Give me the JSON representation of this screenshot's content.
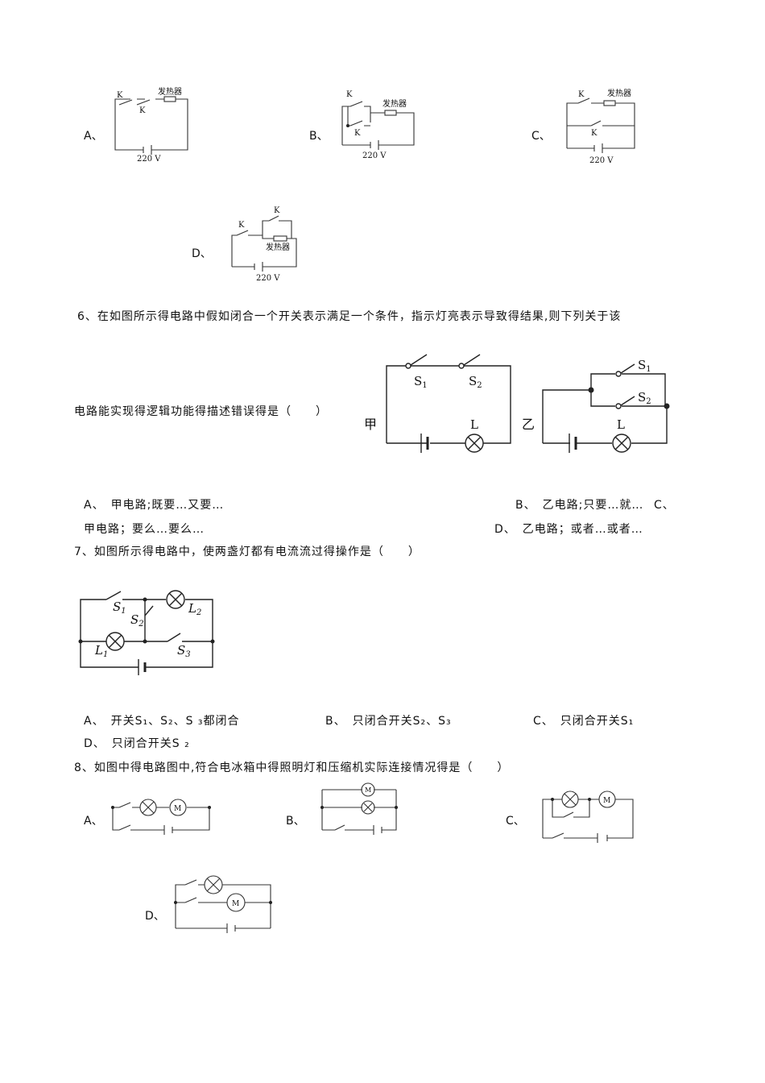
{
  "q5": {
    "options": {
      "A": "A、",
      "B": "B、",
      "C": "C、",
      "D": "D、"
    },
    "labels": {
      "k1": "K",
      "k2": "K",
      "heater": "发热器",
      "voltage": "220 V"
    }
  },
  "q6": {
    "stem_line1": "6、在如图所示得电路中假如闭合一个开关表示满足一个条件，指示灯亮表示导致得结果,则下列关于该",
    "stem_line2": "电路能实现得逻辑功能得描述错误得是（　　）",
    "fig_jia": "甲",
    "fig_yi": "乙",
    "labels": {
      "s1": "S",
      "s1sub": "1",
      "s2": "S",
      "s2sub": "2",
      "lamp": "L"
    },
    "optA": "A、　甲电路;既要…又要…",
    "optB": "B、　乙电路;只要…就…",
    "optC": "C、",
    "optC_text": "甲电路；要么…要么…",
    "optD": "D、　乙电路；或者…或者…"
  },
  "q7": {
    "stem": "7、如图所示得电路中，使两盏灯都有电流流过得操作是（　　）",
    "labels": {
      "s1": "S",
      "s1sub": "1",
      "s2": "S",
      "s2sub": "2",
      "s3": "S",
      "s3sub": "3",
      "l1": "L",
      "l1sub": "1",
      "l2": "L",
      "l2sub": "2"
    },
    "optA": "A、　开关S₁、S₂、S ₃都闭合",
    "optB": "B、　只闭合开关S₂、S₃",
    "optC": "C、　只闭合开关S₁",
    "optD": "D、　只闭合开关S ₂"
  },
  "q8": {
    "stem": "8、如图中得电路图中,符合电冰箱中得照明灯和压缩机实际连接情况得是（　　）",
    "options": {
      "A": "A、",
      "B": "B、",
      "C": "C、",
      "D": "D、"
    },
    "motor": "M"
  }
}
